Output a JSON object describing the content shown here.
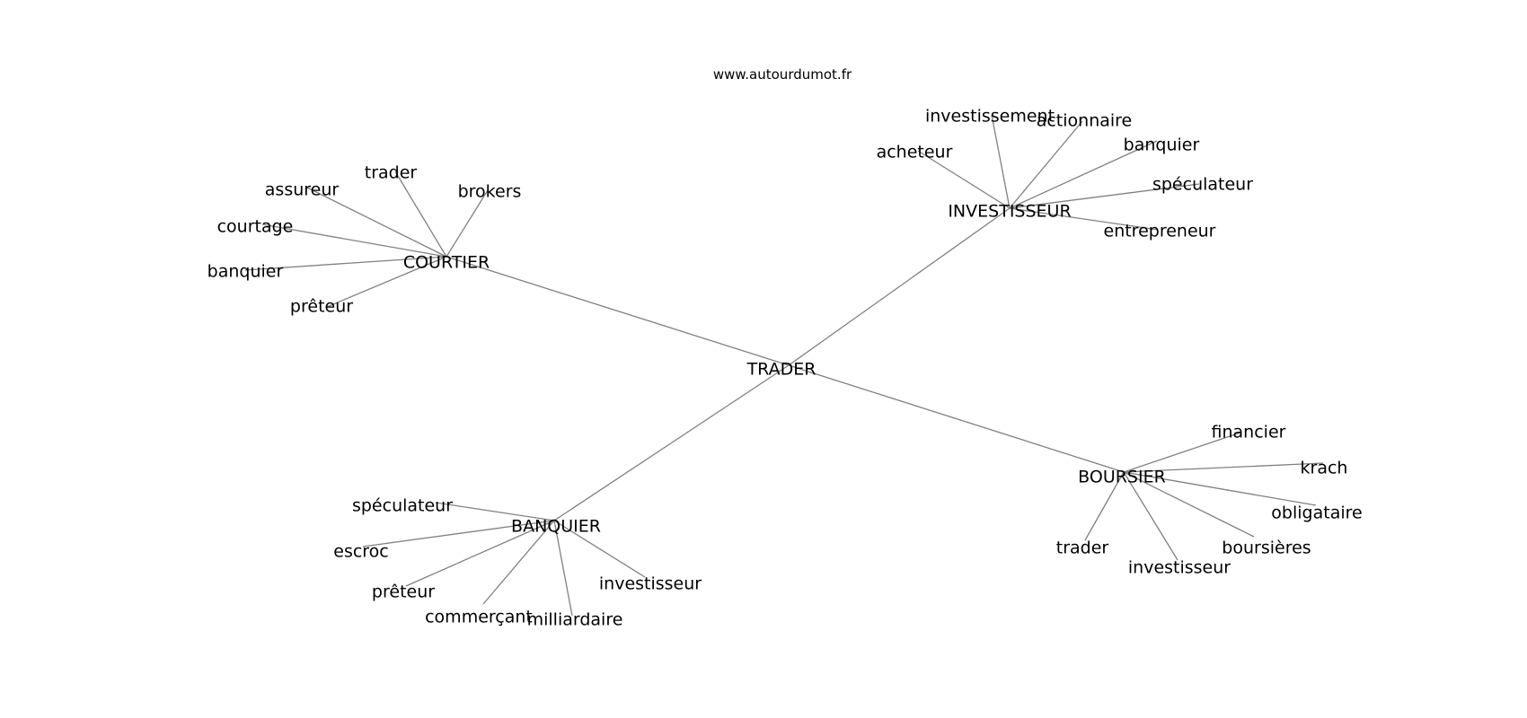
{
  "site_url": "www.autourdumot.fr",
  "colors": {
    "background": "#ffffff",
    "edge": "#808080",
    "text": "#000000"
  },
  "graph": {
    "center": "TRADER",
    "hubs": [
      {
        "label": "COURTIER",
        "leaves": [
          "assureur",
          "trader",
          "brokers",
          "courtage",
          "banquier",
          "prêteur"
        ]
      },
      {
        "label": "INVESTISSEUR",
        "leaves": [
          "investissement",
          "actionnaire",
          "banquier",
          "acheteur",
          "spéculateur",
          "entrepreneur"
        ]
      },
      {
        "label": "BANQUIER",
        "leaves": [
          "spéculateur",
          "escroc",
          "prêteur",
          "commerçant",
          "milliardaire",
          "investisseur"
        ]
      },
      {
        "label": "BOURSIER",
        "leaves": [
          "financier",
          "krach",
          "obligataire",
          "boursières",
          "investisseur",
          "trader"
        ]
      }
    ]
  }
}
